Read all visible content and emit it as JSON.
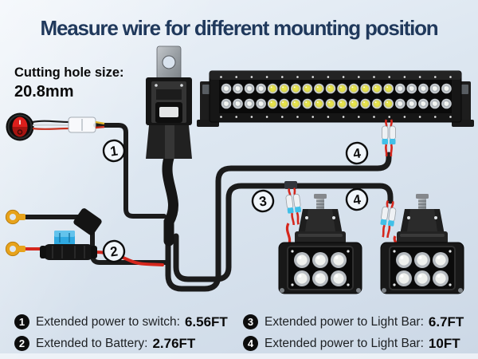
{
  "header": {
    "title": "Measure wire for different mounting position"
  },
  "note": {
    "label": "Cutting hole size:",
    "value": "20.8mm"
  },
  "diagram": {
    "callouts": [
      {
        "num": "1"
      },
      {
        "num": "2"
      },
      {
        "num": "3"
      },
      {
        "num": "4"
      },
      {
        "num": "4"
      }
    ],
    "switch_marks": {
      "on": "I",
      "off": "O"
    },
    "light_bar": {
      "rows": 2,
      "cols": 20,
      "spot_start": 5,
      "spot_end": 15
    },
    "pod_light": {
      "rows": 2,
      "cols": 3
    }
  },
  "legend": {
    "items": [
      {
        "num": "1",
        "label": "Extended power to switch:",
        "value": "6.56FT"
      },
      {
        "num": "2",
        "label": "Extended to Battery:",
        "value": "2.76FT"
      },
      {
        "num": "3",
        "label": "Extended power to Light Bar:",
        "value": "6.7FT"
      },
      {
        "num": "4",
        "label": "Extended power to Light Bar:",
        "value": "10FT"
      }
    ]
  },
  "colors": {
    "header_text": "#20395c",
    "wire_black": "#1b1b1b",
    "wire_red": "#d5271d",
    "connector_blue": "#41c0e8",
    "ring_terminal_gold": "#e7a31c",
    "fuse_blue": "#2fa9e1",
    "led_spot_yellow": "#e7e44a",
    "background_top": "#eef3f9",
    "background_bottom": "#ccd8e6"
  }
}
